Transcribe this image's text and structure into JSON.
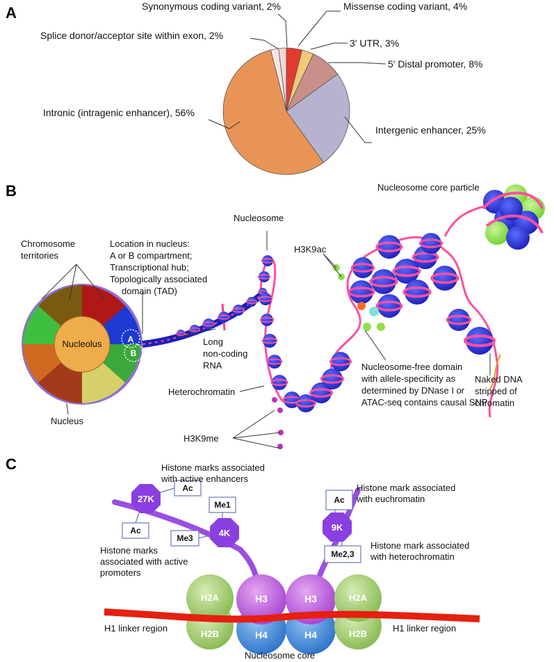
{
  "panels": {
    "a": "A",
    "b": "B",
    "c": "C"
  },
  "panel_a": {
    "slices": [
      {
        "label": "Synonymous coding variant, 2%",
        "value": 2,
        "color": "#f4d6d6"
      },
      {
        "label": "Missense coding variant, 4%",
        "value": 4,
        "color": "#e23b2e"
      },
      {
        "label": "3' UTR, 3%",
        "value": 3,
        "color": "#f2c879"
      },
      {
        "label": "5' Distal promoter, 8%",
        "value": 8,
        "color": "#c99089"
      },
      {
        "label": "Intergenic enhancer, 25%",
        "value": 25,
        "color": "#b7b2cf"
      },
      {
        "label": "Intronic (intragenic enhancer), 56%",
        "value": 56,
        "color": "#e89456"
      },
      {
        "label": "Splice donor/acceptor site within exon, 2%",
        "value": 2,
        "color": "#f7e4e2"
      }
    ]
  },
  "panel_b": {
    "nucleosome_core_particle": "Nucleosome core particle",
    "nucleosome": "Nucleosome",
    "h3k9ac": "H3K9ac",
    "chromosome_territories_1": "Chromosome",
    "chromosome_territories_2": "territories",
    "location_1": "Location in nucleus:",
    "location_2": "A or B compartment;",
    "location_3": "Transcriptional hub;",
    "location_4": "Topologically associated",
    "location_5": "domain (TAD)",
    "nucleolus": "Nucleolus",
    "compartment_a": "A",
    "compartment_b": "B",
    "lncrna_1": "Long",
    "lncrna_2": "non-coding",
    "lncrna_3": "RNA",
    "heterochromatin": "Heterochromatin",
    "h3k9me": "H3K9me",
    "nucleus": "Nucleus",
    "nfd_1": "Nucleosome-free domain",
    "nfd_2": "with allele-specificity as",
    "nfd_3": "determined by DNase I or",
    "nfd_4": "ATAC-seq contains causal SNP",
    "naked_1": "Naked DNA",
    "naked_2": "stripped of",
    "naked_3": "chromatin"
  },
  "panel_c": {
    "active_enhancers_1": "Histone marks associated",
    "active_enhancers_2": "with active enhancers",
    "active_promoters_1": "Histone marks",
    "active_promoters_2": "associated with active",
    "active_promoters_3": "promoters",
    "euchromatin_1": "Histone mark associated",
    "euchromatin_2": "with euchromatin",
    "heterochromatin_1": "Histone mark associated",
    "heterochromatin_2": "with heterochromatin",
    "k27": "27K",
    "k4": "4K",
    "k9": "9K",
    "mark_ac_1": "Ac",
    "mark_ac_2": "Ac",
    "mark_ac_3": "Ac",
    "mark_me1": "Me1",
    "mark_me3": "Me3",
    "mark_me23": "Me2,3",
    "h2a_left": "H2A",
    "h2b_left": "H2B",
    "h3_left": "H3",
    "h4_left": "H4",
    "h3_right": "H3",
    "h4_right": "H4",
    "h2a_right": "H2A",
    "h2b_right": "H2B",
    "h1_left": "H1 linker region",
    "h1_right": "H1 linker region",
    "nucleosome_core": "Nucleosome core"
  }
}
